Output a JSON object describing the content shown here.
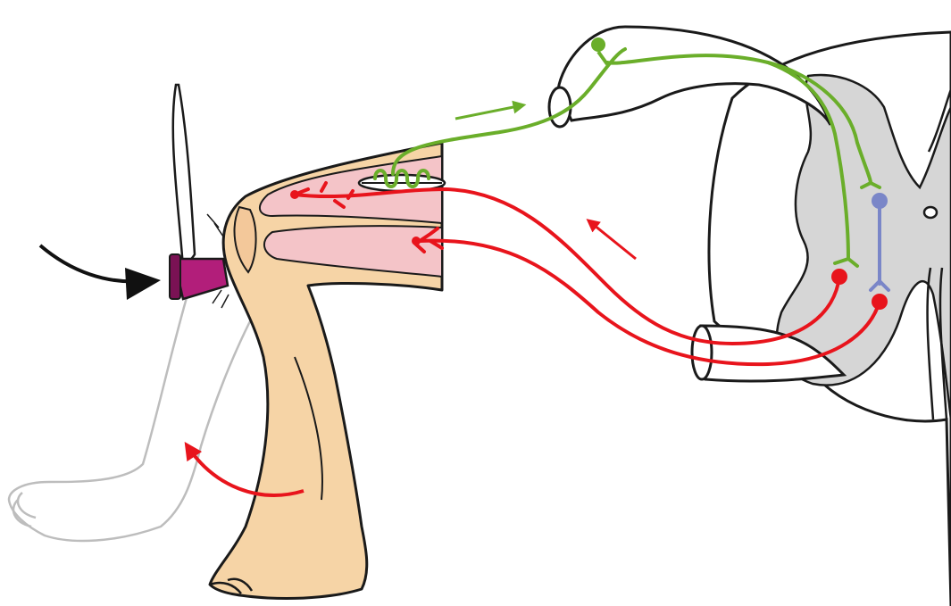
{
  "diagram": {
    "labels": [],
    "colors": {
      "sensory_pathway": "#6aae2a",
      "motor_pathway": "#e8141c",
      "interneuron": "#7a86c8",
      "skin": "#f6d4a6",
      "muscle": "#f4c4c8",
      "outline": "#1a1a1a",
      "spinal_gray_matter": "#d6d6d6",
      "hammer_head": "#b21e7a",
      "hammer_handle": "#ffffff",
      "ghost_leg": "#bdbdbd",
      "tap_arrow": "#111111"
    },
    "elements": [
      "reflex-hammer",
      "tap-direction-arrow",
      "leg",
      "raised-leg-ghost",
      "quadriceps-muscle",
      "muscle-spindle",
      "sensory-neuron",
      "motor-neuron",
      "interneuron",
      "dorsal-root-ganglion",
      "spinal-cord-section",
      "kick-direction-arrow",
      "signal-direction-arrows"
    ]
  }
}
